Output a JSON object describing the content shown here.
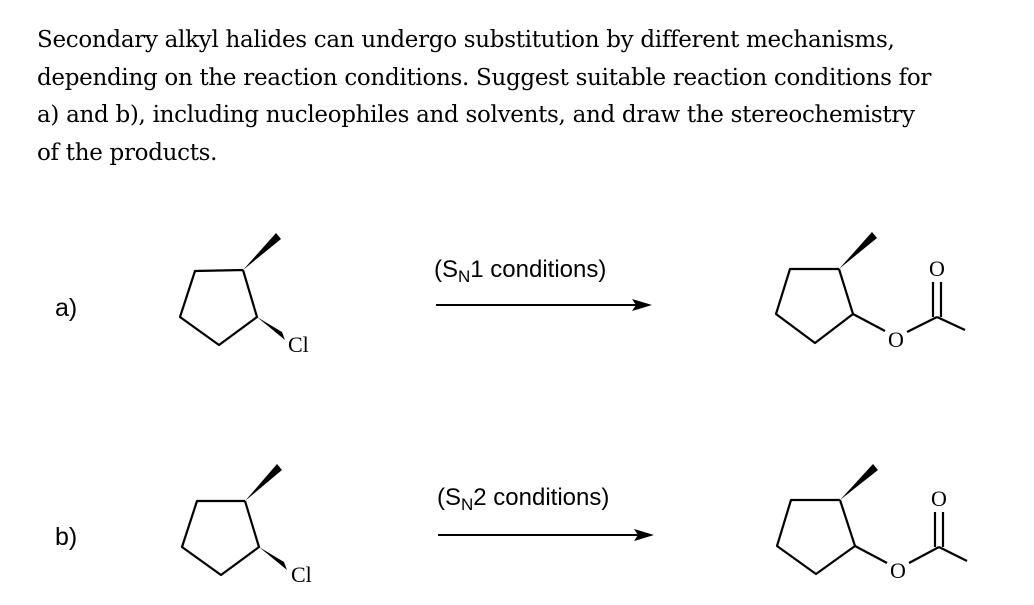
{
  "question": {
    "lines": [
      "Secondary alkyl halides can undergo substitution by different mechanisms,",
      "depending on the reaction conditions. Suggest suitable reaction conditions for",
      "a) and b), including nucleophiles and solvents, and draw the stereochemistry",
      "of the products."
    ]
  },
  "reactions": [
    {
      "label": "a)",
      "condition_prefix": "(S",
      "condition_sub": "N",
      "condition_suffix": "1 conditions)",
      "reactant": {
        "substituent": "Cl",
        "description": "cis-1-chloro-2-methylcyclopentane (wedged methyl, wedged Cl)"
      },
      "product": {
        "carbonyl_oxygen": "O",
        "ester_oxygen": "O",
        "description": "2-methylcyclopentyl acetate (wedged methyl, plain bond to OAc)"
      }
    },
    {
      "label": "b)",
      "condition_prefix": "(S",
      "condition_sub": "N",
      "condition_suffix": "2 conditions)",
      "reactant": {
        "substituent": "Cl",
        "description": "cis-1-chloro-2-methylcyclopentane (wedged methyl, wedged Cl)"
      },
      "product": {
        "carbonyl_oxygen": "O",
        "ester_oxygen": "O",
        "description": "2-methylcyclopentyl acetate (wedged methyl, plain bond to OAc)"
      }
    }
  ]
}
